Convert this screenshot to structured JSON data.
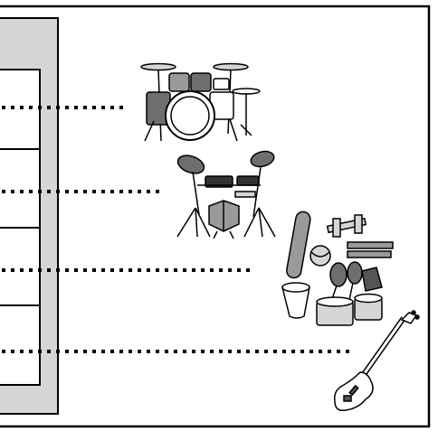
{
  "figure": {
    "panel": {
      "fill": "#d6d6d6",
      "stroke": "#000000"
    },
    "slots": [
      {
        "id": "slot-1",
        "target": "acoustic-drum-kit"
      },
      {
        "id": "slot-2",
        "target": "electronic-drum-kit"
      },
      {
        "id": "slot-3",
        "target": "percussion-group"
      },
      {
        "id": "slot-4",
        "target": "electric-bass"
      }
    ],
    "connector_style": "dotted",
    "icons": [
      "acoustic-drum-kit-icon",
      "electronic-drum-kit-icon",
      "percussion-group-icon",
      "electric-bass-icon"
    ],
    "colors": {
      "line": "#000000",
      "mid_gray": "#9a9a9a",
      "dark_gray": "#6e6e6e",
      "light_gray": "#d6d6d6"
    }
  }
}
